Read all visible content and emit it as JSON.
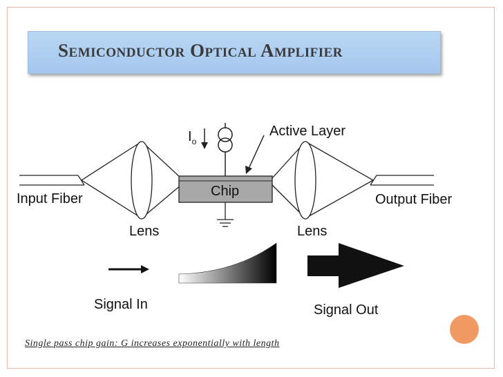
{
  "slide": {
    "title": "Semiconductor Optical Amplifier",
    "caption": "Single pass chip gain: G increases exponentially with length"
  },
  "diagram": {
    "bias_current": "I",
    "bias_subscript": "o",
    "active_layer": "Active Layer",
    "input_fiber": "Input Fiber",
    "output_fiber": "Output Fiber",
    "chip": "Chip",
    "lens_left": "Lens",
    "lens_right": "Lens",
    "signal_in": "Signal In",
    "signal_out": "Signal Out"
  },
  "colors": {
    "accent_dot": "#f29a63",
    "title_bar": "#b3d1f1"
  }
}
